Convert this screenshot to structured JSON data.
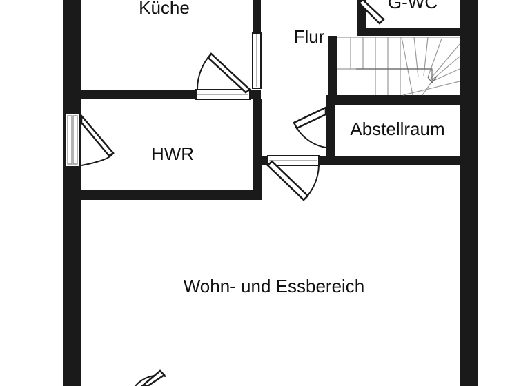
{
  "rooms": {
    "kueche": "Küche",
    "flur": "Flur",
    "gwc": "G-WC",
    "hwr": "HWR",
    "abstellraum": "Abstellraum",
    "wohnen": "Wohn- und Essbereich"
  },
  "colors": {
    "wall": "#1a1a1a",
    "background": "#ffffff",
    "window_glass": "#9a9a9a"
  }
}
